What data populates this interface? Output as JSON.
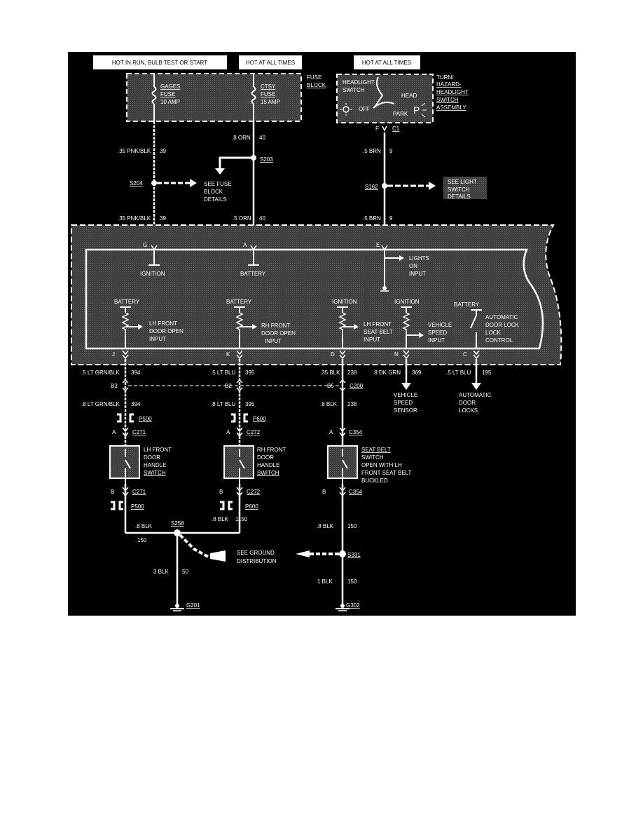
{
  "headers": {
    "run": "HOT IN RUN, BULB TEST OR START",
    "all_times_1": "HOT AT ALL TIMES",
    "all_times_2": "HOT AT ALL TIMES"
  },
  "fuse_block": {
    "label_1": "FUSE",
    "label_2": "BLOCK",
    "gages_1": "GAGES",
    "gages_2": "FUSE",
    "gages_3": "10 AMP",
    "ctsy_1": "CTSY",
    "ctsy_2": "FUSE",
    "ctsy_3": "15 AMP"
  },
  "headlight": {
    "switch_1": "HEADLIGHT",
    "switch_2": "SWITCH",
    "off": "OFF",
    "head": "HEAD",
    "park": "PARK",
    "p": "P",
    "assy_1": "TURN/",
    "assy_2": "HAZARD-",
    "assy_3": "HEADLIGHT",
    "assy_4": "SWITCH",
    "assy_5": "ASSEMBLY",
    "pin": "F",
    "conn": "C1"
  },
  "wires": {
    "w39_upper": ".35 PNK/BLK",
    "w39_upper_num": "39",
    "w40_upper": ".8 ORN",
    "w40_upper_num": "40",
    "w9_upper": ".5 BRN",
    "w9_upper_num": "9",
    "w39_lower": ".35 PNK/BLK",
    "w39_lower_num": "39",
    "w40_lower": ".5 ORN",
    "w40_lower_num": "40",
    "w9_lower": ".5 BRN",
    "w9_lower_num": "9",
    "w394_a": ".5 LT GRN/BLK",
    "w394_a_num": "394",
    "w395_a": ".5 LT BLU",
    "w395_a_num": "395",
    "w238_a": ".35 BLK",
    "w238_a_num": "238",
    "w369": ".8 DK GRN",
    "w369_num": "369",
    "w195": ".5 LT BLU",
    "w195_num": "195",
    "w394_b": ".8 LT GRN/BLK",
    "w394_b_num": "394",
    "w395_b": ".8 LT BLU",
    "w395_b_num": "395",
    "w238_b": ".8 BLK",
    "w238_b_num": "238",
    "w150_a": ".8 BLK",
    "w150_a_num": "150",
    "w1150": ".8 BLK",
    "w1150_num": "1150",
    "w150_b": ".8 BLK",
    "w150_b_num": "150",
    "w50": "3 BLK",
    "w50_num": "50",
    "w150_c": "1 BLK",
    "w150_c_num": "150"
  },
  "splices": {
    "s203": "S203",
    "s204": "S204",
    "s162": "S162",
    "s258": "S258",
    "s331": "S331"
  },
  "notes": {
    "fuse_details_1": "SEE FUSE",
    "fuse_details_2": "BLOCK",
    "fuse_details_3": "DETAILS",
    "light_switch_1": "SEE LIGHT",
    "light_switch_2": "SWITCH",
    "light_switch_3": "DETAILS",
    "ground_dist_1": "SEE GROUND",
    "ground_dist_2": "DISTRIBUTION"
  },
  "module": {
    "pin_g": "G",
    "pin_a": "A",
    "pin_e": "E",
    "ignition": "IGNITION",
    "battery": "BATTERY",
    "lights_1": "LIGHTS",
    "lights_2": "ON",
    "lights_3": "INPUT",
    "bat_j": "BATTERY",
    "bat_k": "BATTERY",
    "ign_d": "IGNITION",
    "ign_n": "IGNITION",
    "bat_c": "BATTERY",
    "lh_door_1": "LH FRONT",
    "lh_door_2": "DOOR OPEN",
    "lh_door_3": "INPUT",
    "rh_door_1": "RH FRONT",
    "rh_door_2": "DOOR OPEN",
    "rh_door_3": "INPUT",
    "seatbelt_1": "LH FRONT",
    "seatbelt_2": "SEAT BELT",
    "seatbelt_3": "INPUT",
    "vss_1": "VEHICLE",
    "vss_2": "SPEED",
    "vss_3": "INPUT",
    "adl_1": "AUTOMATIC",
    "adl_2": "DOOR LOCK",
    "adl_3": "LOCK",
    "adl_4": "CONTROL",
    "pin_j": "J",
    "pin_k": "K",
    "pin_d": "D",
    "pin_n": "N",
    "pin_c": "C"
  },
  "connectors": {
    "b3": "B3",
    "b2": "B2",
    "b5": "B5",
    "c200": "C200",
    "p500_a": "P500",
    "p600_a": "P600",
    "a_271": "A",
    "c271_a": "C271",
    "a_272": "A",
    "c272_a": "C272",
    "a_354": "A",
    "c354_a": "C354",
    "b_271": "B",
    "c271_b": "C271",
    "b_272": "B",
    "c272_b": "C272",
    "b_354": "B",
    "c354_b": "C354",
    "p500_b": "P500",
    "p600_b": "P600"
  },
  "switches": {
    "lh_1": "LH FRONT",
    "lh_2": "DOOR",
    "lh_3": "HANDLE",
    "lh_4": "SWITCH",
    "rh_1": "RH FRONT",
    "rh_2": "DOOR",
    "rh_3": "HANDLE",
    "rh_4": "SWITCH",
    "sb_1": "SEAT BELT",
    "sb_2": "SWITCH",
    "sb_3": "OPEN WITH LH",
    "sb_4": "FRONT SEAT BELT",
    "sb_5": "BUCKLED"
  },
  "destinations": {
    "vss_1": "VEHICLE",
    "vss_2": "SPEED",
    "vss_3": "SENSOR",
    "adl_1": "AUTOMATIC",
    "adl_2": "DOOR",
    "adl_3": "LOCKS"
  },
  "grounds": {
    "g201": "G201",
    "g302": "G302"
  }
}
